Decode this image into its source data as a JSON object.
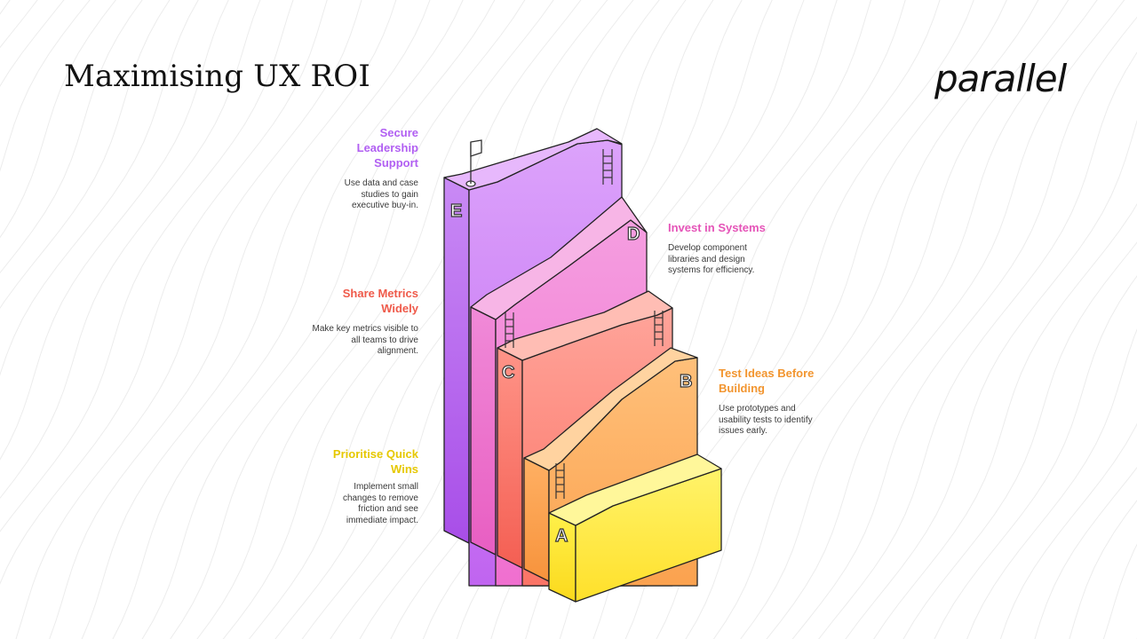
{
  "header": {
    "title": "Maximising UX ROI",
    "logo_text": "parallel"
  },
  "steps": [
    {
      "letter": "A",
      "title": "Prioritise Quick Wins",
      "description": "Implement small changes to remove friction and see immediate impact.",
      "color": "#e6c800"
    },
    {
      "letter": "B",
      "title": "Test Ideas Before Building",
      "description": "Use prototypes and usability tests to identify issues early.",
      "color": "#f2952f"
    },
    {
      "letter": "C",
      "title": "Share Metrics Widely",
      "description": "Make key metrics visible to all teams to drive alignment.",
      "color": "#ef5a4a"
    },
    {
      "letter": "D",
      "title": "Invest in Systems",
      "description": "Develop component libraries and design systems for efficiency.",
      "color": "#e554b8"
    },
    {
      "letter": "E",
      "title": "Secure Leadership Support",
      "description": "Use data and case studies to gain executive buy-in.",
      "color": "#b15ff2"
    }
  ]
}
